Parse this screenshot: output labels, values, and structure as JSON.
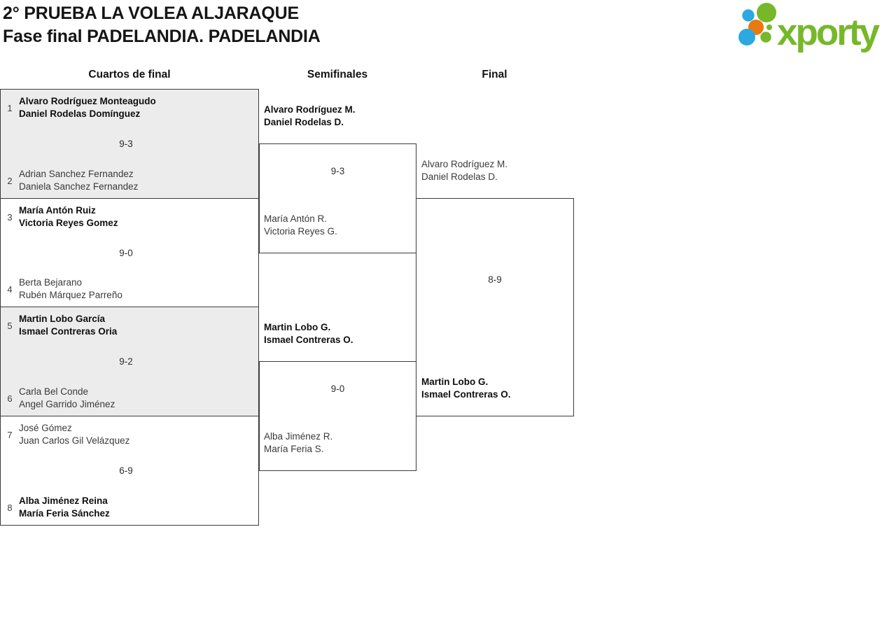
{
  "header": {
    "title_line1": "2° PRUEBA LA VOLEA ALJARAQUE",
    "title_line2": "Fase final PADELANDIA. PADELANDIA",
    "logo_text": "xporty",
    "logo_colors": {
      "green": "#76b82a",
      "blue": "#2ba9e0",
      "orange": "#e87a10"
    }
  },
  "columns": [
    {
      "label": "Cuartos de final"
    },
    {
      "label": "Semifinales"
    },
    {
      "label": "Final"
    }
  ],
  "bracket": {
    "quarterfinals": [
      {
        "seed_top": "1",
        "team_top": {
          "line1": "Alvaro Rodríguez Monteagudo",
          "line2": "Daniel Rodelas Domínguez",
          "winner": true
        },
        "score": "9-3",
        "seed_bottom": "2",
        "team_bottom": {
          "line1": "Adrian Sanchez Fernandez",
          "line2": "Daniela Sanchez Fernandez",
          "winner": false
        }
      },
      {
        "seed_top": "3",
        "team_top": {
          "line1": "María Antón Ruiz",
          "line2": "Victoria Reyes Gomez",
          "winner": true
        },
        "score": "9-0",
        "seed_bottom": "4",
        "team_bottom": {
          "line1": "Berta Bejarano",
          "line2": "Rubén Márquez Parreño",
          "winner": false
        }
      },
      {
        "seed_top": "5",
        "team_top": {
          "line1": "Martin Lobo García",
          "line2": "Ismael Contreras Oria",
          "winner": true
        },
        "score": "9-2",
        "seed_bottom": "6",
        "team_bottom": {
          "line1": "Carla Bel Conde",
          "line2": "Angel Garrido Jiménez",
          "winner": false
        }
      },
      {
        "seed_top": "7",
        "team_top": {
          "line1": "José Gómez",
          "line2": "Juan Carlos Gil Velázquez",
          "winner": false
        },
        "score": "6-9",
        "seed_bottom": "8",
        "team_bottom": {
          "line1": "Alba Jiménez Reina",
          "line2": "María Feria Sánchez",
          "winner": true
        }
      }
    ],
    "semifinals": [
      {
        "team_top": {
          "line1": "Alvaro Rodríguez M.",
          "line2": "Daniel Rodelas D.",
          "winner": true
        },
        "score": "9-3",
        "team_bottom": {
          "line1": "María Antón R.",
          "line2": "Victoria Reyes G.",
          "winner": false
        }
      },
      {
        "team_top": {
          "line1": "Martin Lobo G.",
          "line2": "Ismael Contreras O.",
          "winner": true
        },
        "score": "9-0",
        "team_bottom": {
          "line1": "Alba Jiménez R.",
          "line2": "María Feria S.",
          "winner": false
        }
      }
    ],
    "final": {
      "team_top": {
        "line1": "Alvaro Rodríguez M.",
        "line2": "Daniel Rodelas D.",
        "winner": false
      },
      "score": "8-9",
      "team_bottom": {
        "line1": "Martin Lobo G.",
        "line2": "Ismael Contreras O.",
        "winner": true
      }
    }
  }
}
